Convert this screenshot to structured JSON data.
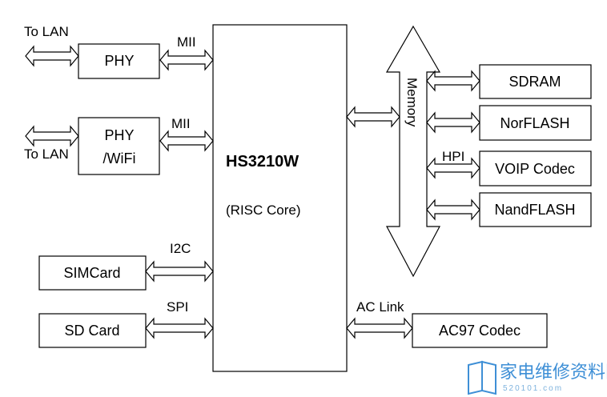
{
  "labels": {
    "to_lan_top": "To LAN",
    "to_lan_bottom": "To LAN",
    "phy": "PHY",
    "phy_wifi_line1": "PHY",
    "phy_wifi_line2": "/WiFi",
    "mii_top": "MII",
    "mii_bottom": "MII",
    "chip_name": "HS3210W",
    "chip_core": "(RISC Core)",
    "i2c": "I2C",
    "simcard": "SIMCard",
    "spi": "SPI",
    "sdcard": "SD Card",
    "memory": "Memory",
    "sdram": "SDRAM",
    "norflash": "NorFLASH",
    "hpi": "HPI",
    "voip_codec": "VOIP Codec",
    "nandflash": "NandFLASH",
    "ac_link": "AC Link",
    "ac97_codec": "AC97 Codec"
  },
  "watermark": {
    "text": "家电维修资料网",
    "sub": "520101.com"
  },
  "colors": {
    "stroke": "#000000",
    "watermark": "#3e8fd6"
  }
}
